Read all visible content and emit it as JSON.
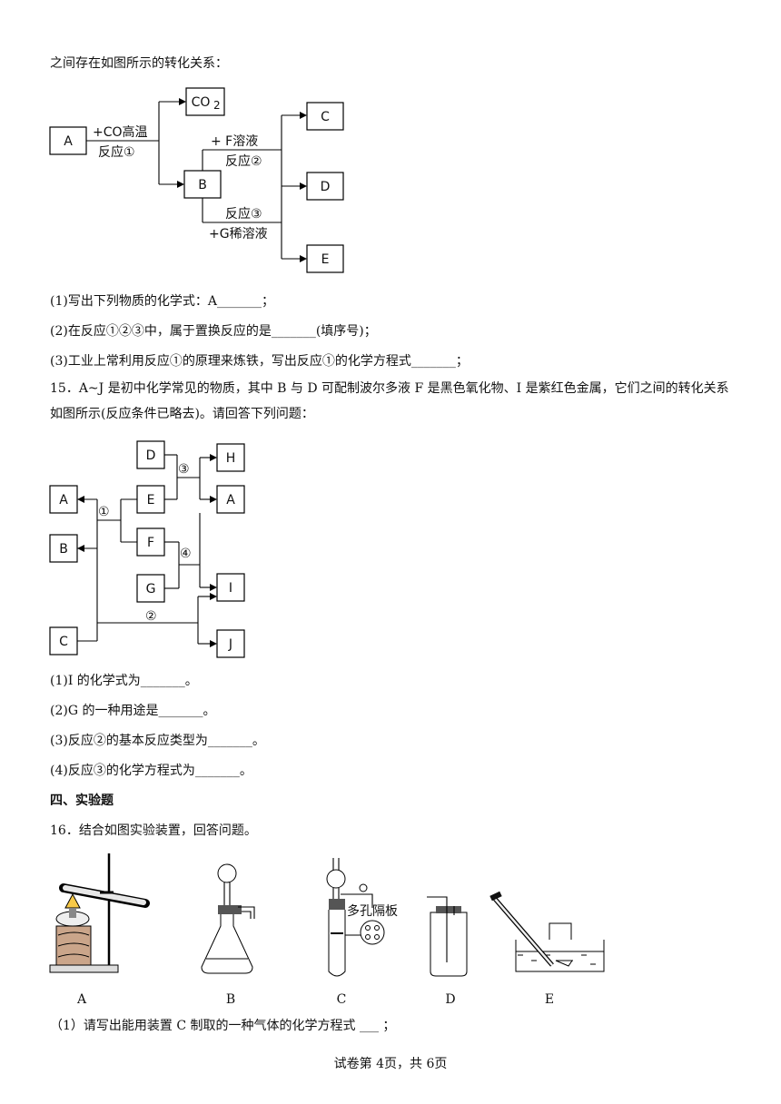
{
  "intro_line": "之间存在如图所示的转化关系：",
  "diagram1": {
    "boxes": {
      "A": "A",
      "CO2": "CO",
      "B": "B",
      "C": "C",
      "D": "D",
      "E": "E"
    },
    "co2_sub": "2",
    "labels": {
      "co_high": "+CO高温",
      "react1": "反应①",
      "f_sol": "+ F溶液",
      "react2": "反应②",
      "react3": "反应③",
      "g_dilute": "+G稀溶液"
    }
  },
  "q14": {
    "p1": "(1)写出下列物质的化学式：A_______；",
    "p2": "(2)在反应①②③中，属于置换反应的是_______(填序号)；",
    "p3": "(3)工业上常利用反应①的原理来炼铁，写出反应①的化学方程式_______；"
  },
  "q15": {
    "stem": "15．A~J 是初中化学常见的物质，其中 B 与 D 可配制波尔多液 F 是黑色氧化物、I 是紫红色金属，它们之间的转化关系如图所示(反应条件已略去)。请回答下列问题：",
    "p1": "(1)I 的化学式为_______。",
    "p2": "(2)G 的一种用途是_______。",
    "p3": "(3)反应②的基本反应类型为_______。",
    "p4": "(4)反应③的化学方程式为_______。"
  },
  "diagram2": {
    "boxes": {
      "D": "D",
      "H": "H",
      "A_left": "A",
      "E": "E",
      "A_right": "A",
      "B": "B",
      "F": "F",
      "G": "G",
      "I": "I",
      "C": "C",
      "J": "J"
    },
    "nums": {
      "n1": "①",
      "n2": "②",
      "n3": "③",
      "n4": "④"
    }
  },
  "section4": "四、实验题",
  "q16": {
    "stem": "16．结合如图实验装置，回答问题。",
    "porous_label": "多孔隔板",
    "apparatus_labels": [
      "A",
      "B",
      "C",
      "D",
      "E"
    ],
    "p1": "（1）请写出能用装置 C 制取的一种气体的化学方程式 ___ ；"
  },
  "footer": "试卷第 4页，共 6页"
}
